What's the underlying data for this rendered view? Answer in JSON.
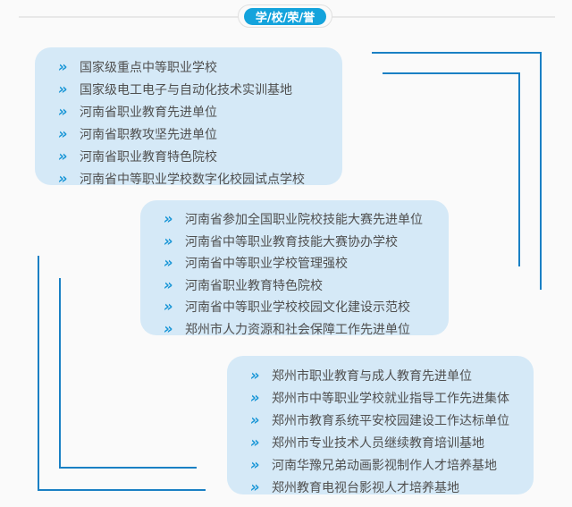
{
  "header": {
    "title": "学/校/荣/誉"
  },
  "icons": {
    "list_marker": "»"
  },
  "colors": {
    "background": "#fafafa",
    "pill_bg": "#14a3dc",
    "pill_text": "#ffffff",
    "box_bg": "#d5e9f7",
    "item_text": "#4f4f4f",
    "marker_blue": "#1795d6",
    "connector_blue": "#1a80c4",
    "divider_gray": "#e8e8e8"
  },
  "honor_groups": [
    {
      "name": "national-provincial-honors",
      "items": [
        "国家级重点中等职业学校",
        "国家级电工电子与自动化技术实训基地",
        "河南省职业教育先进单位",
        "河南省职教攻坚先进单位",
        "河南省职业教育特色院校",
        "河南省中等职业学校数字化校园试点学校"
      ]
    },
    {
      "name": "provincial-municipal-honors",
      "items": [
        "河南省参加全国职业院校技能大赛先进单位",
        "河南省中等职业教育技能大赛协办学校",
        "河南省中等职业学校管理强校",
        "河南省职业教育特色院校",
        "河南省中等职业学校校园文化建设示范校",
        "郑州市人力资源和社会保障工作先进单位"
      ]
    },
    {
      "name": "municipal-base-honors",
      "items": [
        "郑州市职业教育与成人教育先进单位",
        "郑州市中等职业学校就业指导工作先进集体",
        "郑州市教育系统平安校园建设工作达标单位",
        "郑州市专业技术人员继续教育培训基地",
        "河南华豫兄弟动画影视制作人才培养基地",
        "郑州教育电视台影视人才培养基地"
      ]
    }
  ]
}
